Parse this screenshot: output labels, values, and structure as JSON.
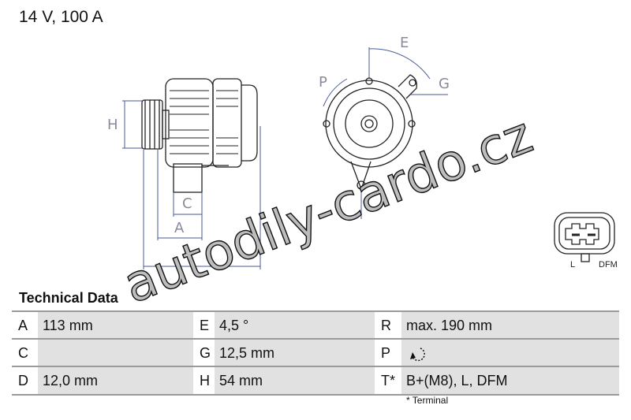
{
  "header": {
    "title": "14 V, 100 A"
  },
  "drawing": {
    "dimension_labels": [
      "H",
      "C",
      "A",
      "E",
      "P",
      "G"
    ],
    "connector_labels": {
      "left": "L",
      "right": "DFM"
    }
  },
  "watermark": "autodily-cardo.cz",
  "technical_data": {
    "title": "Technical Data",
    "rows": [
      [
        {
          "label": "A",
          "value": "113 mm"
        },
        {
          "label": "E",
          "value": "4,5 °"
        },
        {
          "label": "R",
          "value": "max. 190 mm"
        }
      ],
      [
        {
          "label": "C",
          "value": ""
        },
        {
          "label": "G",
          "value": "12,5 mm"
        },
        {
          "label": "P",
          "value": ""
        }
      ],
      [
        {
          "label": "D",
          "value": "12,0 mm"
        },
        {
          "label": "H",
          "value": "54 mm"
        },
        {
          "label": "T*",
          "value": "B+(M8), L, DFM"
        }
      ]
    ],
    "footnote": "* Terminal"
  }
}
